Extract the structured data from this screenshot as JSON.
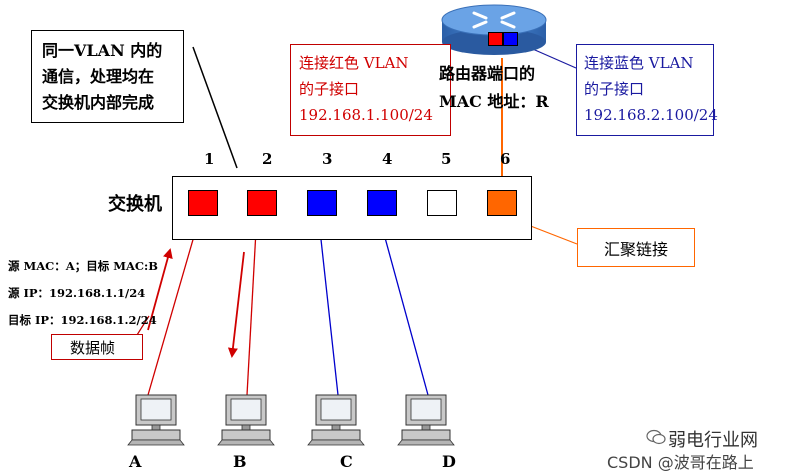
{
  "note_box": {
    "lines": [
      "同一VLAN 内的",
      "通信，处理均在",
      "交换机内部完成"
    ]
  },
  "router": {
    "label_lines": [
      "路由器端口的",
      "MAC 地址：R"
    ]
  },
  "red_subif": {
    "lines": [
      "连接红色 VLAN",
      "的子接口",
      "192.168.1.100/24"
    ],
    "color": "#d00000"
  },
  "blue_subif": {
    "lines": [
      "连接蓝色 VLAN",
      "的子接口",
      "192.168.2.100/24"
    ],
    "color": "#1a1aa0"
  },
  "switch": {
    "label": "交换机",
    "ports": [
      {
        "number": "1",
        "color": "#ff0000"
      },
      {
        "number": "2",
        "color": "#ff0000"
      },
      {
        "number": "3",
        "color": "#0000ff"
      },
      {
        "number": "4",
        "color": "#0000ff"
      },
      {
        "number": "5",
        "color": "#ffffff"
      },
      {
        "number": "6",
        "color": "#ff6600"
      }
    ]
  },
  "trunk_label": "汇聚链接",
  "frame_info": {
    "lines": [
      "源 MAC：A；目标 MAC:B",
      "源 IP：192.168.1.1/24",
      "目标 IP：192.168.1.2/24"
    ]
  },
  "frame_label": "数据帧",
  "computers": [
    {
      "label": "A"
    },
    {
      "label": "B"
    },
    {
      "label": "C"
    },
    {
      "label": "D"
    }
  ],
  "watermark": {
    "brand": "弱电行业网",
    "credit": "CSDN @波哥在路上"
  },
  "colors": {
    "red": "#ff0000",
    "blue": "#0000ff",
    "orange": "#ff6600",
    "dark_red": "#c00000"
  }
}
